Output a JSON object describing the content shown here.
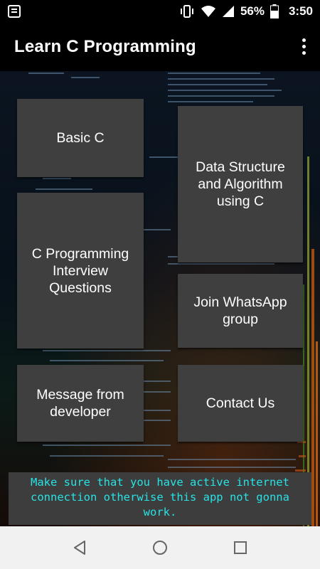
{
  "status_bar": {
    "battery_percent": "56%",
    "time": "3:50",
    "icons": [
      "notification-icon",
      "vibrate-icon",
      "wifi-icon",
      "signal-icon",
      "battery-icon"
    ]
  },
  "app_bar": {
    "title": "Learn C Programming",
    "overflow_icon": "more-vert-icon"
  },
  "menu": {
    "basic_c": "Basic C",
    "data_structure": "Data Structure\nand Algorithm\nusing C",
    "interview": "C Programming\nInterview\nQuestions",
    "whatsapp": "Join WhatsApp\ngroup",
    "message": "Message from\ndeveloper",
    "contact": "Contact Us"
  },
  "notice": {
    "text": "Make sure that you have active internet connection otherwise this app not gonna work."
  },
  "nav_bar": {
    "icons": [
      "back-icon",
      "home-icon",
      "recents-icon"
    ]
  },
  "colors": {
    "tile_bg": "#3f3f3f",
    "notice_text": "#27e3e6",
    "app_bar_bg": "#000000",
    "nav_bar_bg": "#f1f1f1"
  }
}
